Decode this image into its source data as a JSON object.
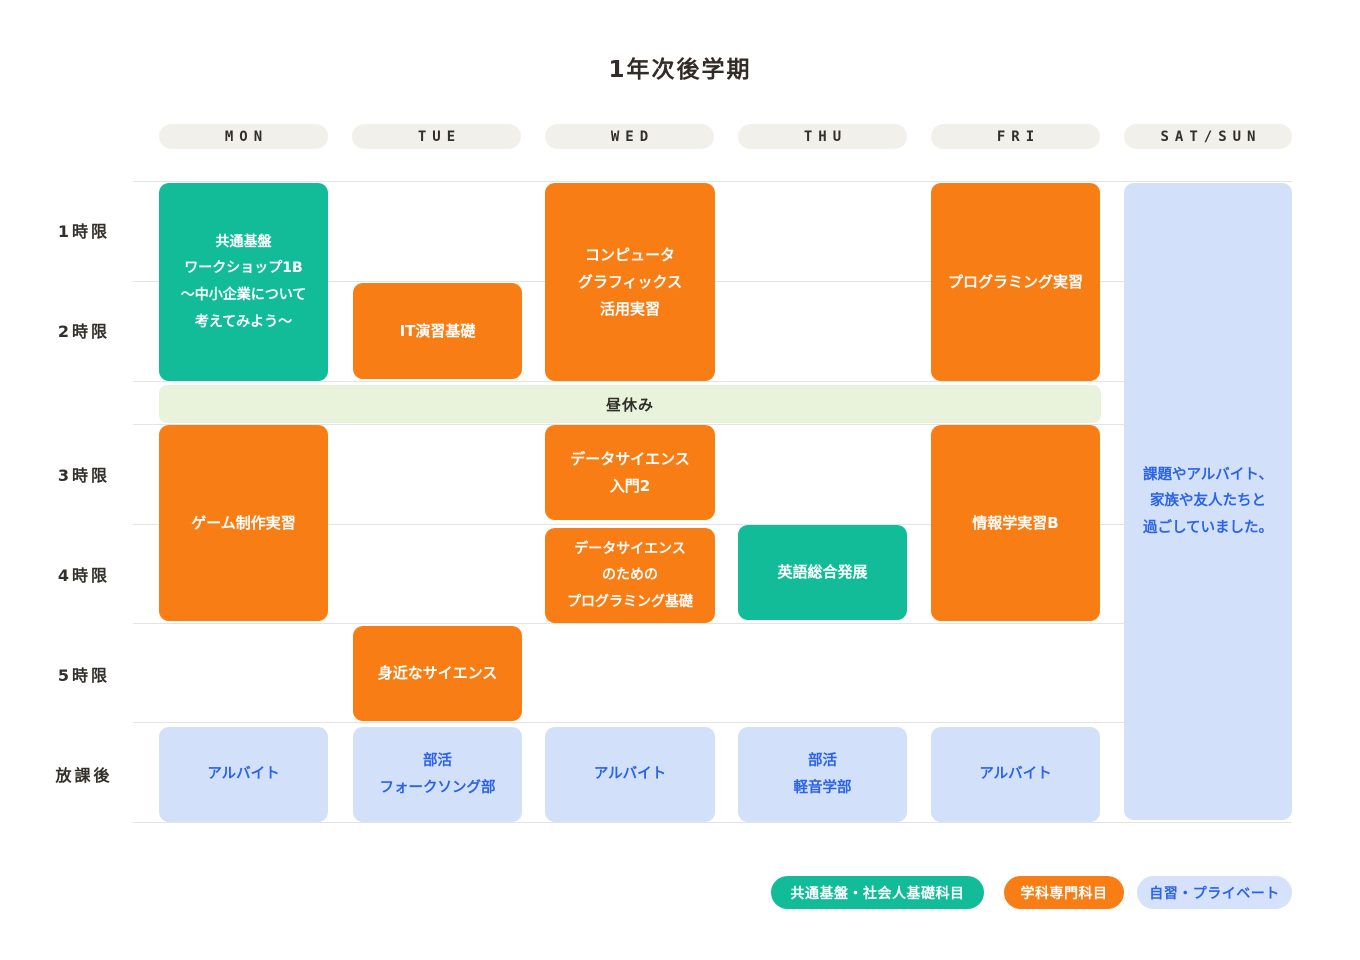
{
  "title": "1年次後学期",
  "day_headers": {
    "mon": "MON",
    "tue": "TUE",
    "wed": "WED",
    "thu": "THU",
    "fri": "FRI",
    "satsun": "SAT/SUN"
  },
  "period_labels": {
    "p1": "1時限",
    "p2": "2時限",
    "p3": "3時限",
    "p4": "4時限",
    "p5": "5時限",
    "after": "放課後"
  },
  "lunch_label": "昼休み",
  "cells": {
    "mon_workshop": "共通基盤\nワークショップ1B\n〜中小企業について\n考えてみよう〜",
    "tue_it_basics": "IT演習基礎",
    "wed_cg": "コンピュータ\nグラフィックス\n活用実習",
    "fri_programming": "プログラミング実習",
    "mon_game": "ゲーム制作実習",
    "wed_ds_intro": "データサイエンス\n入門2",
    "wed_ds_prog": "データサイエンス\nのための\nプログラミング基礎",
    "thu_english": "英語総合発展",
    "fri_informatics": "情報学実習B",
    "tue_science": "身近なサイエンス",
    "weekend_note": "課題やアルバイト、\n家族や友人たちと\n過ごしていました。",
    "mon_after": "アルバイト",
    "tue_after": "部活\nフォークソング部",
    "wed_after": "アルバイト",
    "thu_after": "部活\n軽音学部",
    "fri_after": "アルバイト"
  },
  "legend": {
    "common": "共通基盤・社会人基礎科目",
    "major": "学科専門科目",
    "private": "自習・プライベート"
  },
  "colors": {
    "common_green": "#12bc98",
    "major_orange": "#f97d15",
    "private_blue_bg": "#d3e0fa",
    "private_blue_text": "#2b64e8",
    "lunch_bg": "#e9f3dc",
    "header_pill_bg": "#f1f0ea",
    "gridline": "#e4e4e4",
    "text_dark": "#332b27"
  }
}
